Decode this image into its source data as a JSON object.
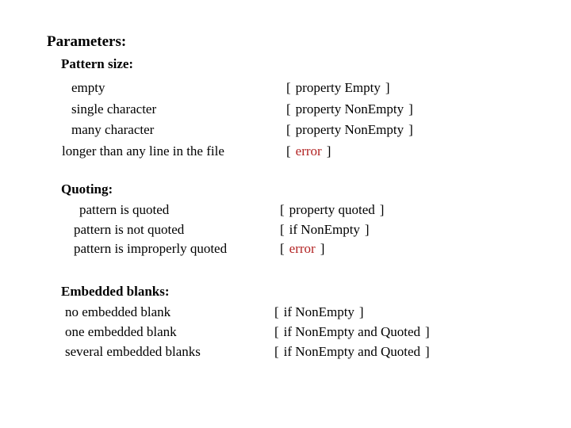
{
  "title": "Parameters:",
  "colors": {
    "background": "#ffffff",
    "text": "#000000",
    "error": "#b22222"
  },
  "brackets": {
    "open": "[",
    "close": "]"
  },
  "sections": [
    {
      "heading": "Pattern size:",
      "items": [
        {
          "label": "empty",
          "result": "property Empty",
          "error": false
        },
        {
          "label": "single character",
          "result": "property NonEmpty",
          "error": false
        },
        {
          "label": "many character",
          "result": "property NonEmpty",
          "error": false
        },
        {
          "label": "longer than any line in the file",
          "result": "error",
          "error": true
        }
      ]
    },
    {
      "heading": "Quoting:",
      "items": [
        {
          "label": "pattern is quoted",
          "result": "property quoted",
          "error": false
        },
        {
          "label": "pattern is not quoted",
          "result": "if NonEmpty",
          "error": false
        },
        {
          "label": "pattern is improperly quoted",
          "result": "error",
          "error": true
        }
      ]
    },
    {
      "heading": "Embedded blanks:",
      "items": [
        {
          "label": "no embedded blank",
          "result": "if NonEmpty",
          "error": false
        },
        {
          "label": "one embedded blank",
          "result": "if NonEmpty and Quoted",
          "error": false
        },
        {
          "label": "several embedded blanks",
          "result": "if NonEmpty and Quoted",
          "error": false
        }
      ]
    }
  ]
}
